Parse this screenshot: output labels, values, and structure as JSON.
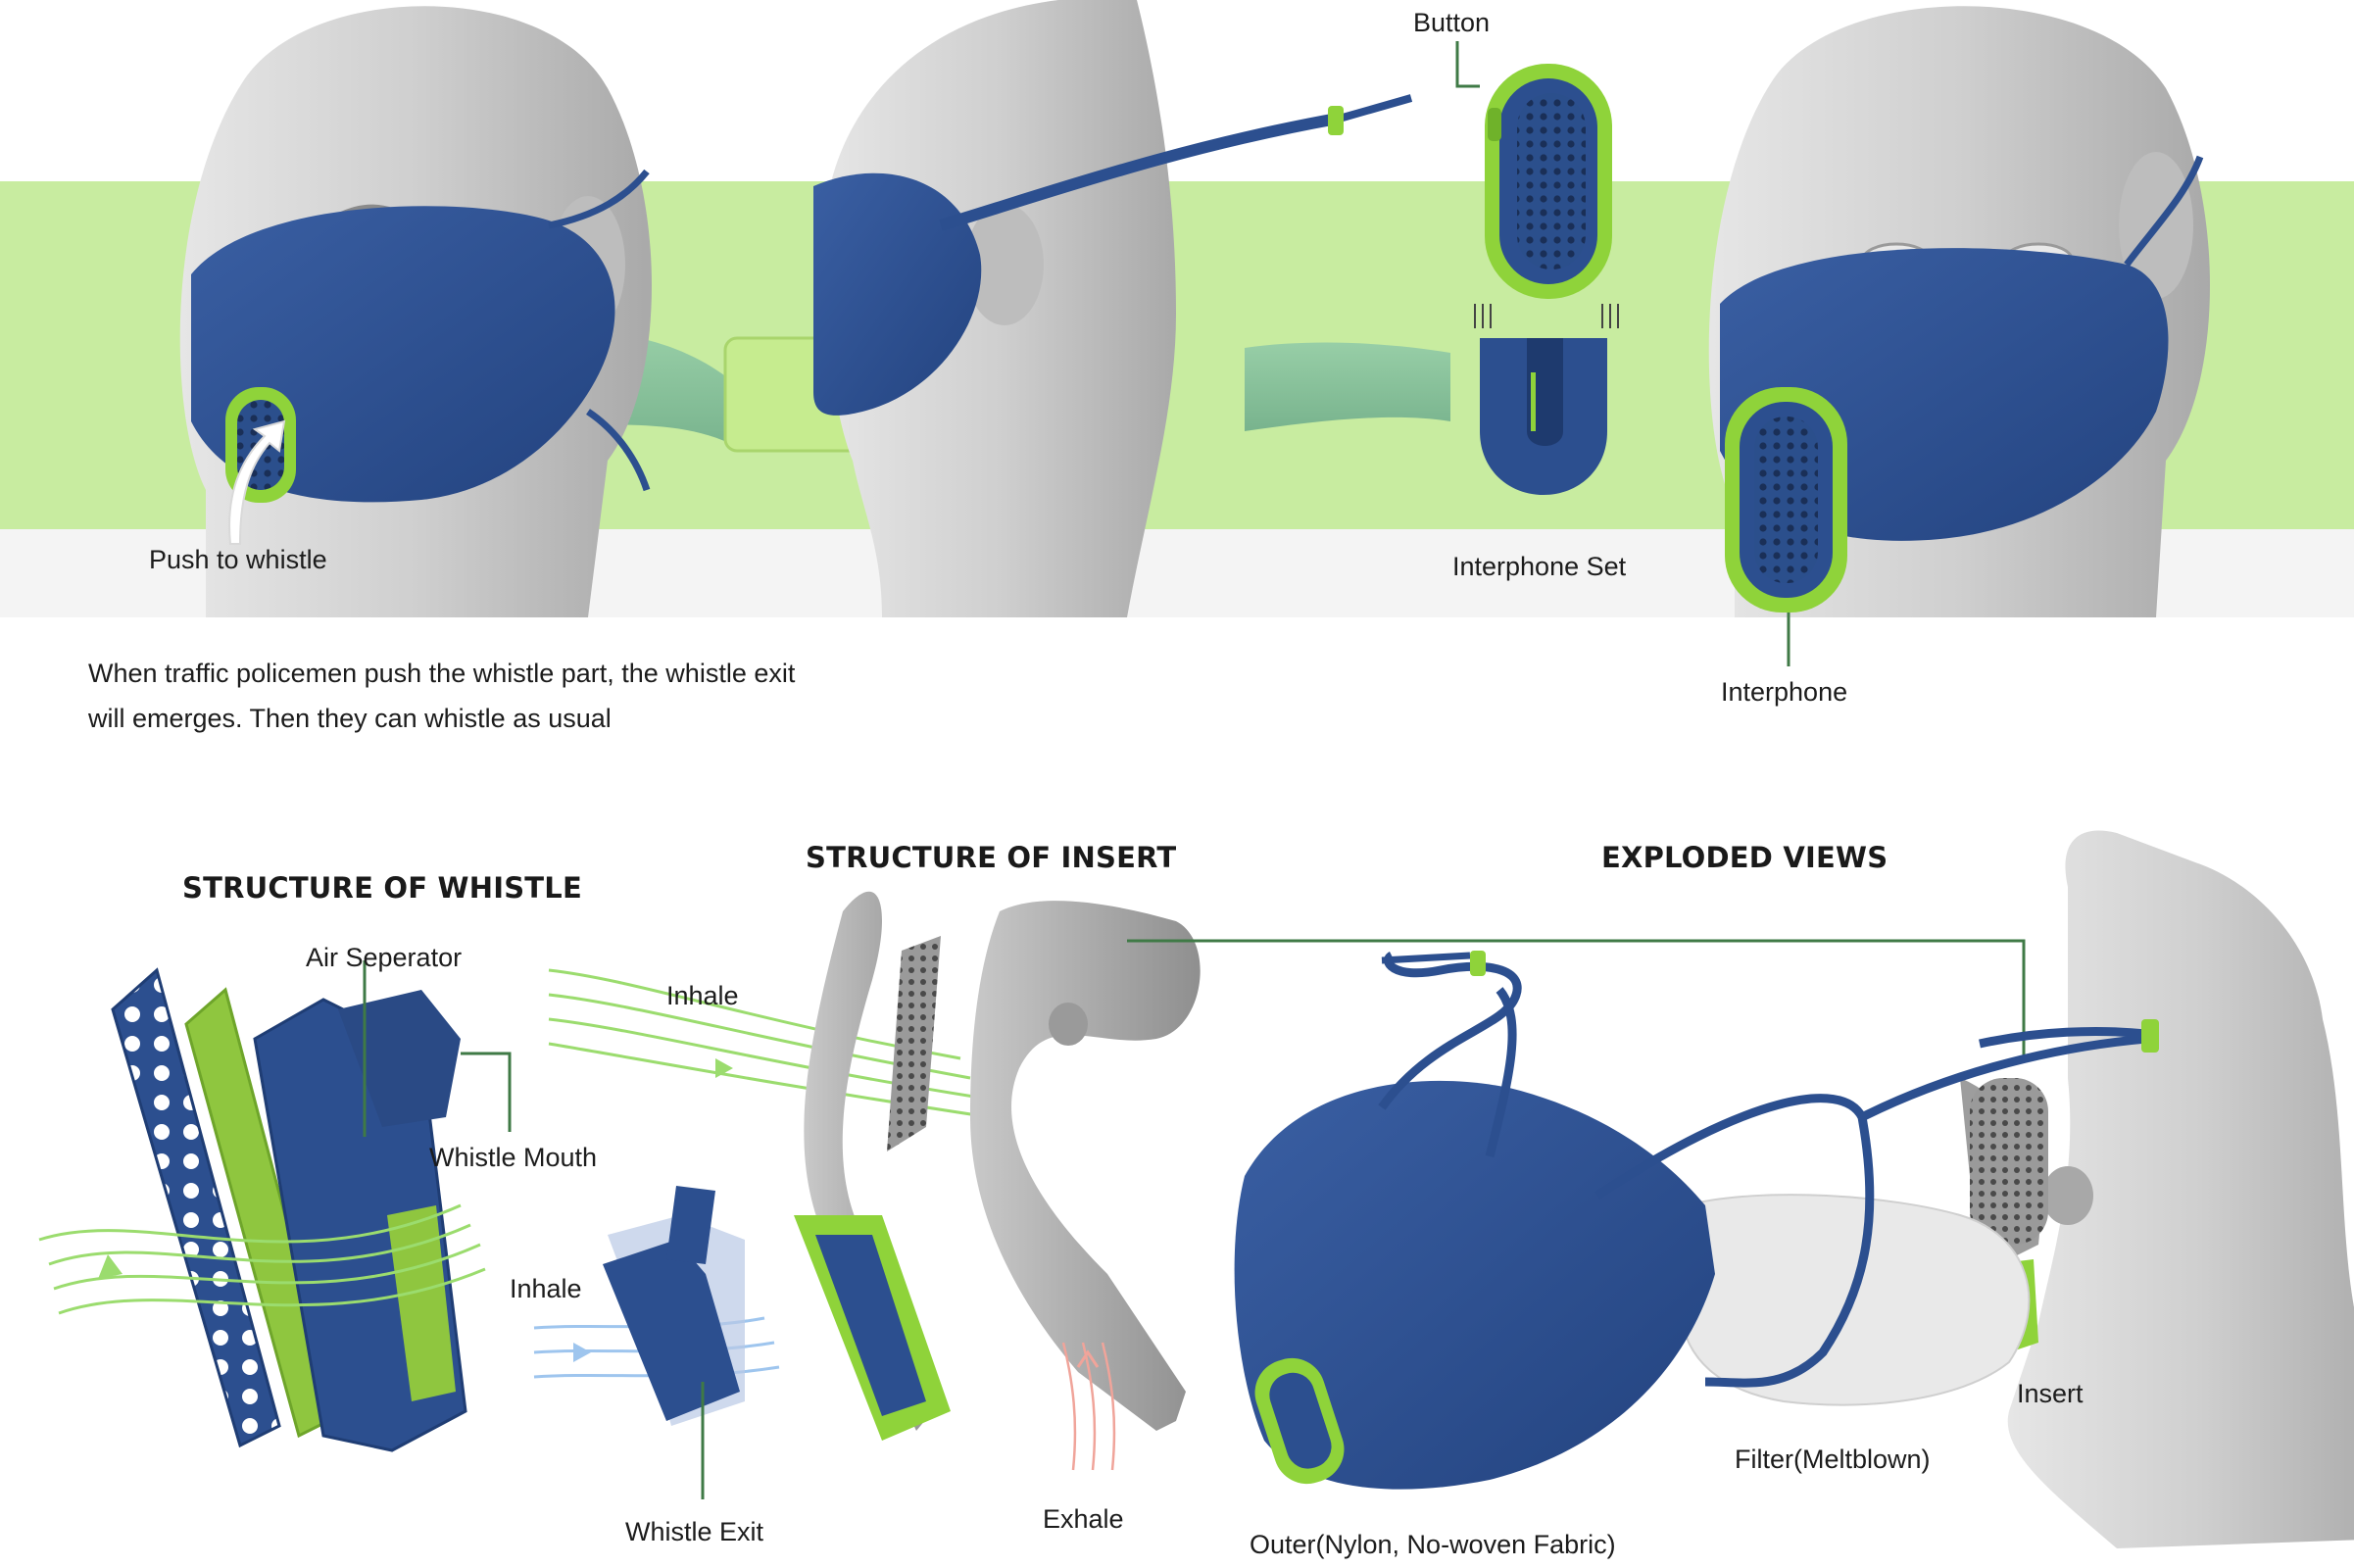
{
  "colors": {
    "mask_blue": "#2c4f8f",
    "accent_green": "#8fd33a",
    "band_green": "#c8eca0",
    "head_gray": "#cfcfcf",
    "insert_gray": "#a8a8a8",
    "leader_line": "#3f7a46",
    "inhale_green": "#9bdc6e",
    "inhale_blue": "#9ec5ee",
    "exhale_red": "#f0a49a"
  },
  "top": {
    "push_label": "Push to whistle",
    "button_label": "Button",
    "interphone_set_label": "Interphone Set",
    "interphone_label": "Interphone",
    "description": [
      "When traffic policemen push the whistle part, the whistle exit",
      "will emerges. Then they can whistle as usual"
    ]
  },
  "sections": {
    "whistle": "STRUCTURE OF WHISTLE",
    "insert": "STRUCTURE OF INSERT",
    "exploded": "EXPLODED VIEWS"
  },
  "whistle_labels": {
    "air_seperator": "Air Seperator",
    "whistle_mouth": "Whistle Mouth"
  },
  "insert_labels": {
    "inhale_1": "Inhale",
    "inhale_2": "Inhale",
    "whistle_exit": "Whistle Exit",
    "exhale": "Exhale"
  },
  "exploded_labels": {
    "insert": "Insert",
    "filter": "Filter(Meltblown)",
    "outer": "Outer(Nylon, No-woven Fabric)"
  }
}
